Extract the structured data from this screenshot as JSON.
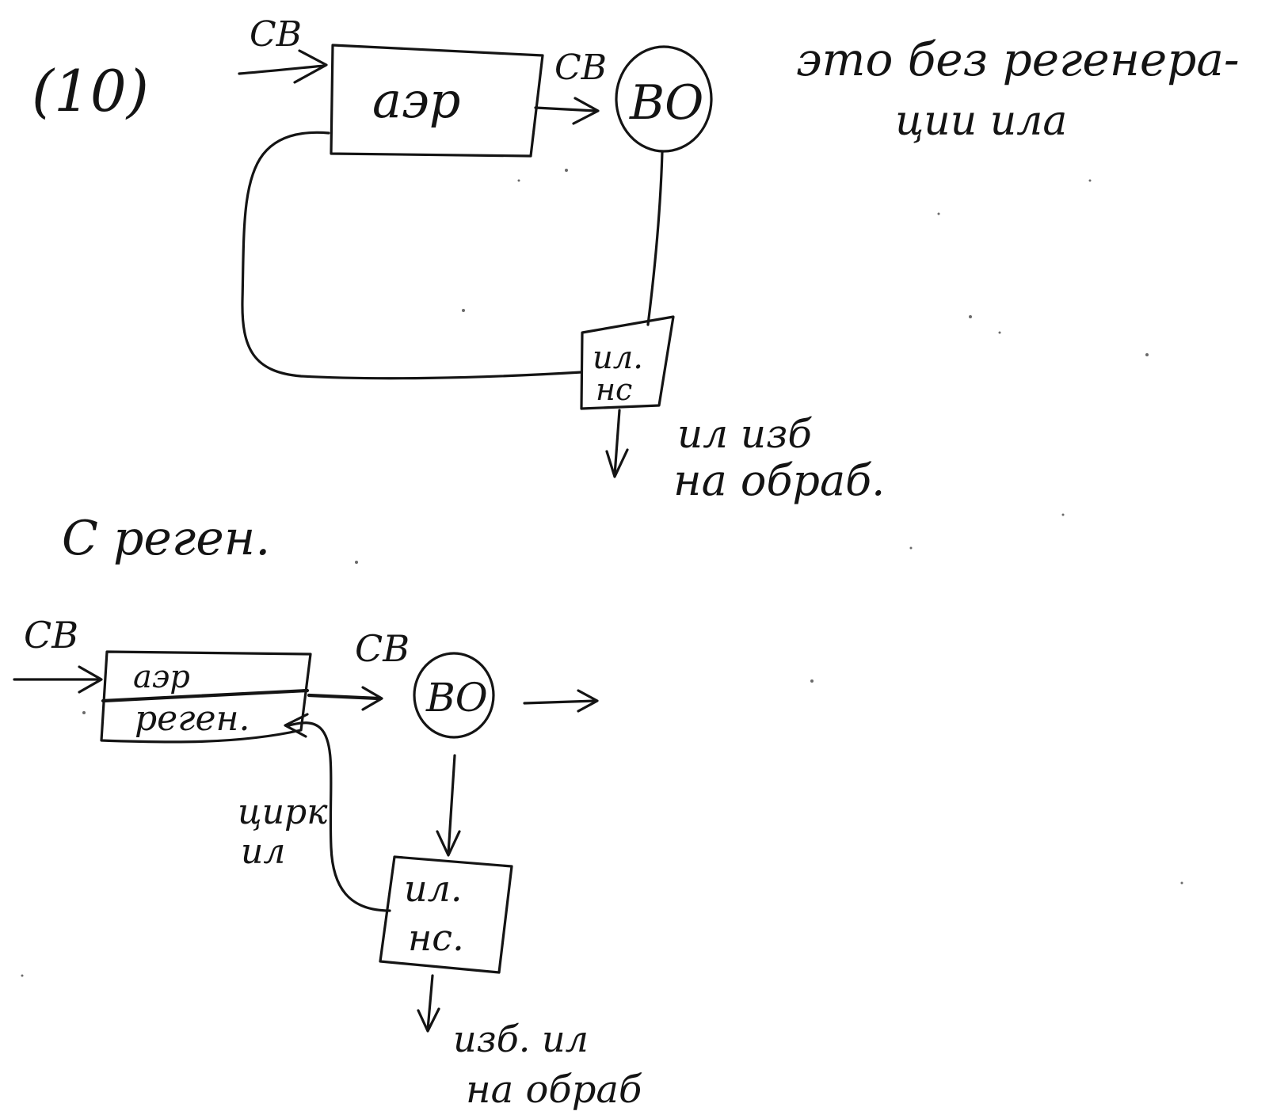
{
  "page": {
    "number": "(10)",
    "note_line1": "это без регенера-",
    "note_line2": "ции ила",
    "section_title": "С реген."
  },
  "diagram_top": {
    "input_label": "СВ",
    "aero_box_label": "аэр",
    "output_label": "СВ",
    "settler_label": "ВО",
    "sludge_box_line1": "ил.",
    "sludge_box_line2": "нс",
    "excess_line1": "ил изб",
    "excess_line2": "на обраб."
  },
  "diagram_bottom": {
    "input_label": "СВ",
    "aero_label": "аэр",
    "regen_label": "реген.",
    "output_label": "СВ",
    "settler_label": "ВО",
    "circ_line1": "цирк",
    "circ_line2": "ил",
    "sludge_box_line1": "ил.",
    "sludge_box_line2": "нс.",
    "excess_line1": "изб. ил",
    "excess_line2": "на обраб"
  },
  "colors": {
    "ink": "#141414",
    "paper": "#ffffff"
  }
}
